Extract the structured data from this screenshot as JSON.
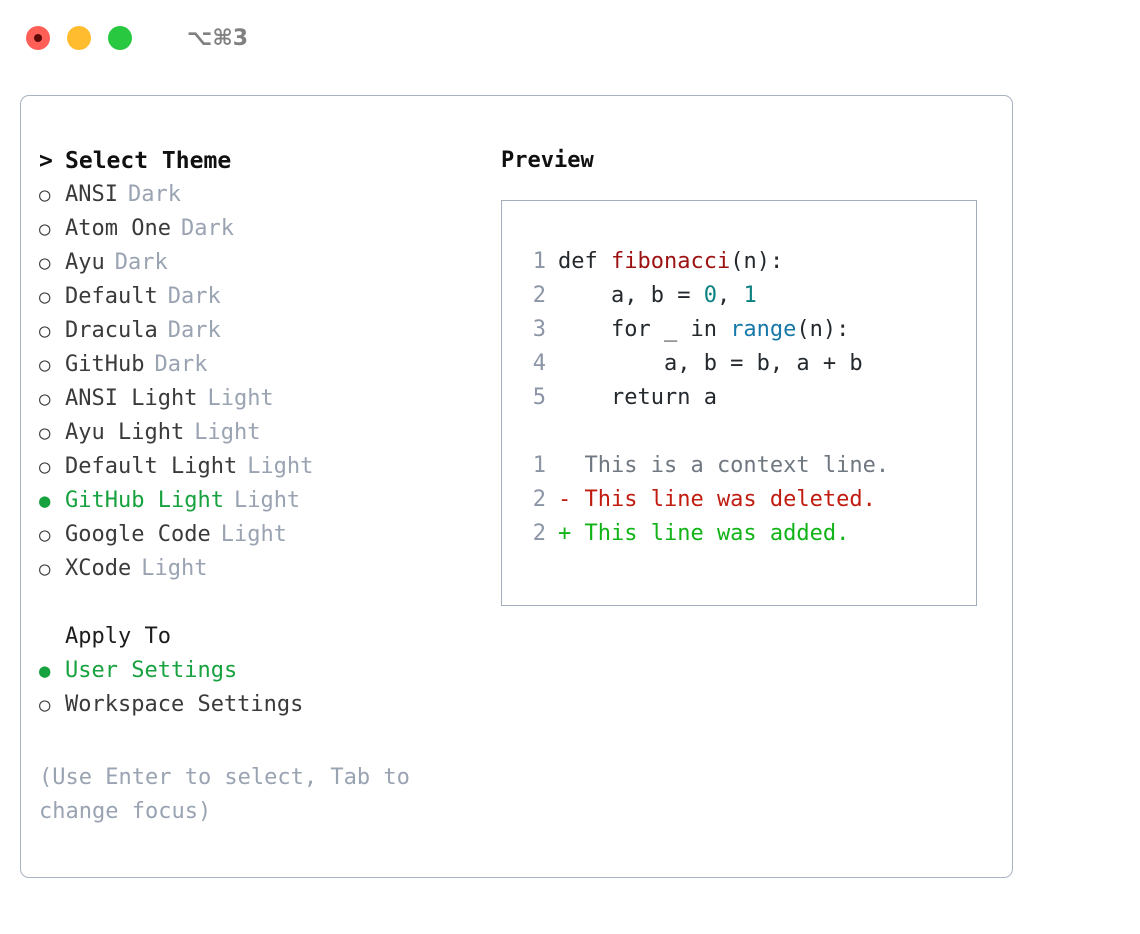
{
  "titlebar": {
    "shortcut": "⌥⌘3",
    "lights": [
      {
        "name": "close",
        "color": "#ff5f57"
      },
      {
        "name": "minimize",
        "color": "#febc2e"
      },
      {
        "name": "maximize",
        "color": "#28c840"
      }
    ]
  },
  "theme_picker": {
    "heading": "Select Theme",
    "caret": ">",
    "radio_empty": "○",
    "radio_filled": "●",
    "items": [
      {
        "label": "ANSI",
        "tag": "Dark",
        "selected": false
      },
      {
        "label": "Atom One",
        "tag": "Dark",
        "selected": false
      },
      {
        "label": "Ayu",
        "tag": "Dark",
        "selected": false
      },
      {
        "label": "Default",
        "tag": "Dark",
        "selected": false
      },
      {
        "label": "Dracula",
        "tag": "Dark",
        "selected": false
      },
      {
        "label": "GitHub",
        "tag": "Dark",
        "selected": false
      },
      {
        "label": "ANSI Light",
        "tag": "Light",
        "selected": false
      },
      {
        "label": "Ayu Light",
        "tag": "Light",
        "selected": false
      },
      {
        "label": "Default Light",
        "tag": "Light",
        "selected": false
      },
      {
        "label": "GitHub Light",
        "tag": "Light",
        "selected": true
      },
      {
        "label": "Google Code",
        "tag": "Light",
        "selected": false
      },
      {
        "label": "XCode",
        "tag": "Light",
        "selected": false
      }
    ]
  },
  "apply_to": {
    "title": "Apply To",
    "options": [
      {
        "label": "User Settings",
        "selected": true
      },
      {
        "label": "Workspace Settings",
        "selected": false
      }
    ]
  },
  "hint": "(Use Enter to select, Tab to change focus)",
  "preview": {
    "title": "Preview",
    "code_lines": [
      {
        "num": "1",
        "parts": [
          {
            "t": "def ",
            "c": "plain"
          },
          {
            "t": "fibonacci",
            "c": "fn"
          },
          {
            "t": "(n):",
            "c": "plain"
          }
        ]
      },
      {
        "num": "2",
        "parts": [
          {
            "t": "    a, b = ",
            "c": "plain"
          },
          {
            "t": "0",
            "c": "num"
          },
          {
            "t": ", ",
            "c": "plain"
          },
          {
            "t": "1",
            "c": "num"
          }
        ]
      },
      {
        "num": "3",
        "parts": [
          {
            "t": "    for _ in ",
            "c": "plain"
          },
          {
            "t": "range",
            "c": "call"
          },
          {
            "t": "(n):",
            "c": "plain"
          }
        ]
      },
      {
        "num": "4",
        "parts": [
          {
            "t": "        a, b = b, a + b",
            "c": "plain"
          }
        ]
      },
      {
        "num": "5",
        "parts": [
          {
            "t": "    return a",
            "c": "plain"
          }
        ]
      }
    ],
    "diff_lines": [
      {
        "num": "1",
        "marker": " ",
        "text": "  This is a context line.",
        "kind": "ctx"
      },
      {
        "num": "2",
        "marker": "-",
        "text": "This line was deleted.",
        "kind": "del"
      },
      {
        "num": "2",
        "marker": "+",
        "text": "This line was added.",
        "kind": "add"
      }
    ]
  },
  "colors": {
    "accent_green": "#17a23f",
    "muted": "#9aa3b2",
    "border": "#a8b2c1",
    "diff_add": "#11b317",
    "diff_del": "#c01c10",
    "syntax_fn": "#9c1212",
    "syntax_num": "#0d8080",
    "syntax_call": "#1678a8"
  }
}
